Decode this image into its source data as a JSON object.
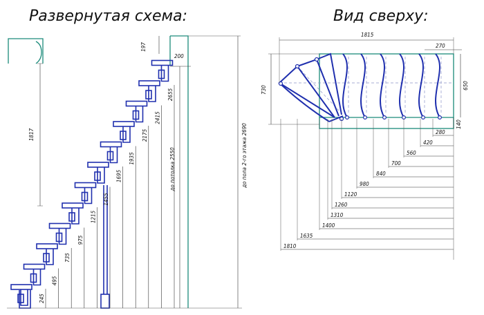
{
  "titles": {
    "left": "Развернутая схема:",
    "right": "Вид сверху:"
  },
  "left_view": {
    "step_heights": [
      "245",
      "495",
      "735",
      "975",
      "1215",
      "1455",
      "1695",
      "1935",
      "2175",
      "2415",
      "2655"
    ],
    "label_1817": "1817",
    "label_200": "200",
    "label_197": "197",
    "label_floor_slab": "до потолка 2550",
    "label_floor2": "до пола 2-го этажа 2690"
  },
  "right_view": {
    "width_top": "1815",
    "label_270": "270",
    "depth_left": "730",
    "depth_right": "650",
    "label_140": "140",
    "bottom_dims": [
      "280",
      "420",
      "560",
      "700",
      "840",
      "980",
      "1120",
      "1260",
      "1310",
      "1400",
      "1635",
      "1810"
    ]
  },
  "colors": {
    "steps": "#1f2fae",
    "walls": "#1a8a7a"
  }
}
